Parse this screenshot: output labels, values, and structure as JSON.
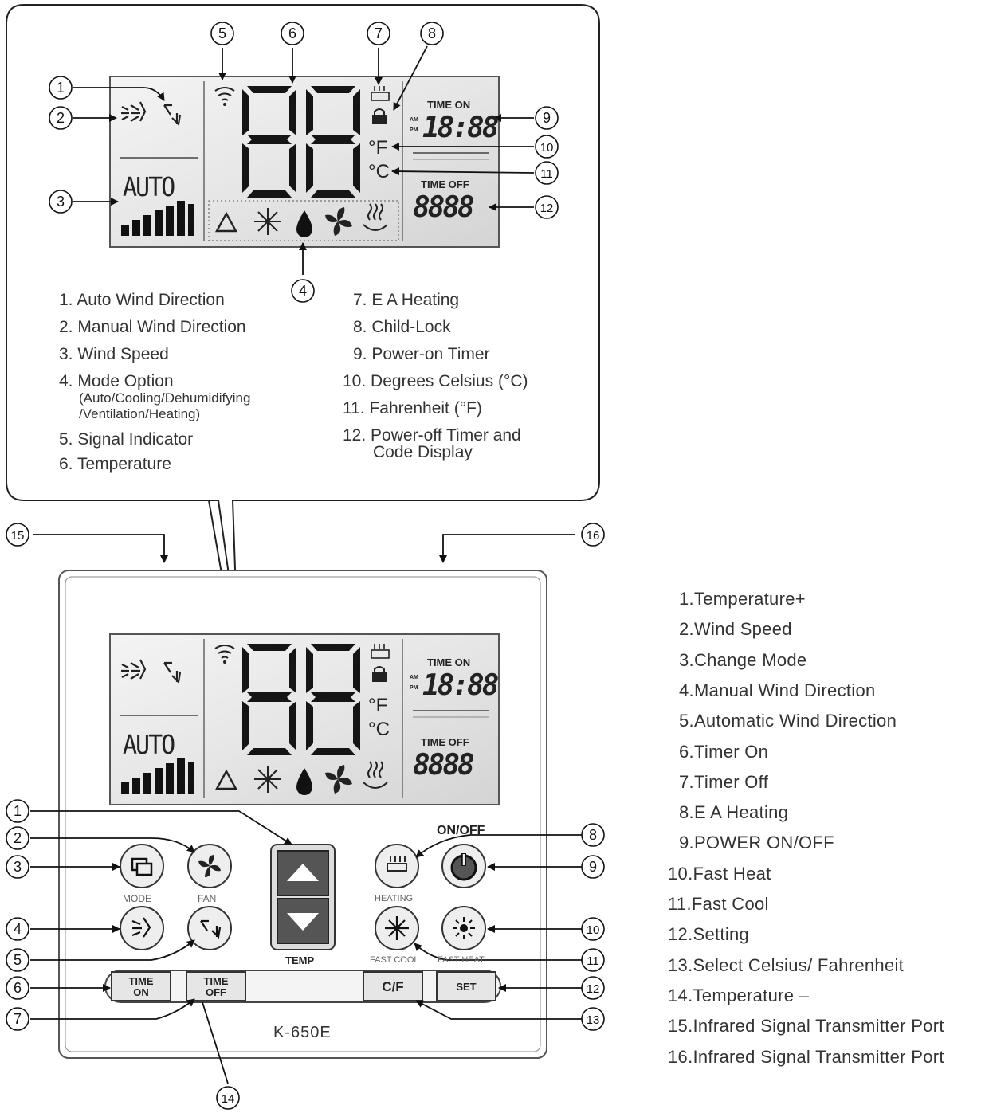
{
  "callout_numbers_top": [
    "5",
    "6",
    "7",
    "8",
    "1",
    "2",
    "3",
    "4",
    "9",
    "10",
    "11",
    "12"
  ],
  "callout_numbers_bottom": [
    "15",
    "16",
    "1",
    "2",
    "3",
    "4",
    "5",
    "6",
    "7",
    "8",
    "9",
    "10",
    "11",
    "12",
    "13",
    "14"
  ],
  "lcd": {
    "digits": "88",
    "time_on_label": "TIME ON",
    "am": "AM",
    "pm": "PM",
    "time_on_value": "18:88",
    "time_off_label": "TIME OFF",
    "time_off_value": "8888",
    "fan_label": "AUTO",
    "unit_f": "°F",
    "unit_c": "°C"
  },
  "display_legend_left": [
    {
      "num": "1.",
      "text": "Auto Wind Direction"
    },
    {
      "num": "2.",
      "text": "Manual Wind Direction"
    },
    {
      "num": "3.",
      "text": "Wind Speed"
    },
    {
      "num": "4.",
      "text": "Mode Option"
    },
    {
      "num": "5.",
      "text": "Signal Indicator"
    },
    {
      "num": "6.",
      "text": "Temperature"
    }
  ],
  "mode_option_detail_1": "(Auto/Cooling/Dehumidifying",
  "mode_option_detail_2": "/Ventilation/Heating)",
  "display_legend_right": [
    {
      "num": "7.",
      "text": "E A Heating"
    },
    {
      "num": "8.",
      "text": "Child-Lock"
    },
    {
      "num": "9.",
      "text": "Power-on Timer"
    },
    {
      "num": "10.",
      "text": "Degrees Celsius (°C)"
    },
    {
      "num": "11.",
      "text": "Fahrenheit (°F)"
    },
    {
      "num": "12.",
      "text": "Power-off Timer and"
    }
  ],
  "legend12_line2": "Code Display",
  "buttons": {
    "mode": "MODE",
    "fan": "FAN",
    "heating": "HEATING",
    "on_off": "ON/OFF",
    "fast_cool": "FAST COOL",
    "fast_heat": "FAST HEAT",
    "temp": "TEMP",
    "time_on_1": "TIME",
    "time_on_2": "ON",
    "time_off_1": "TIME",
    "time_off_2": "OFF",
    "cf": "C/F",
    "set": "SET"
  },
  "model": "K-650E",
  "button_legend": [
    {
      "num": "1.",
      "text": "Temperature+"
    },
    {
      "num": "2.",
      "text": "Wind Speed"
    },
    {
      "num": "3.",
      "text": "Change Mode"
    },
    {
      "num": "4.",
      "text": "Manual Wind Direction"
    },
    {
      "num": "5.",
      "text": "Automatic Wind Direction"
    },
    {
      "num": "6.",
      "text": "Timer On"
    },
    {
      "num": "7.",
      "text": "Timer Off"
    },
    {
      "num": "8.",
      "text": "E A Heating"
    },
    {
      "num": "9.",
      "text": "POWER ON/OFF"
    },
    {
      "num": "10.",
      "text": "Fast Heat"
    },
    {
      "num": "11.",
      "text": "Fast Cool"
    },
    {
      "num": "12.",
      "text": "Setting"
    },
    {
      "num": "13.",
      "text": "Select Celsius/ Fahrenheit"
    },
    {
      "num": "14.",
      "text": "Temperature –"
    },
    {
      "num": "15.",
      "text": "Infrared Signal Transmitter Port"
    },
    {
      "num": "16.",
      "text": "Infrared Signal Transmitter Port"
    }
  ]
}
